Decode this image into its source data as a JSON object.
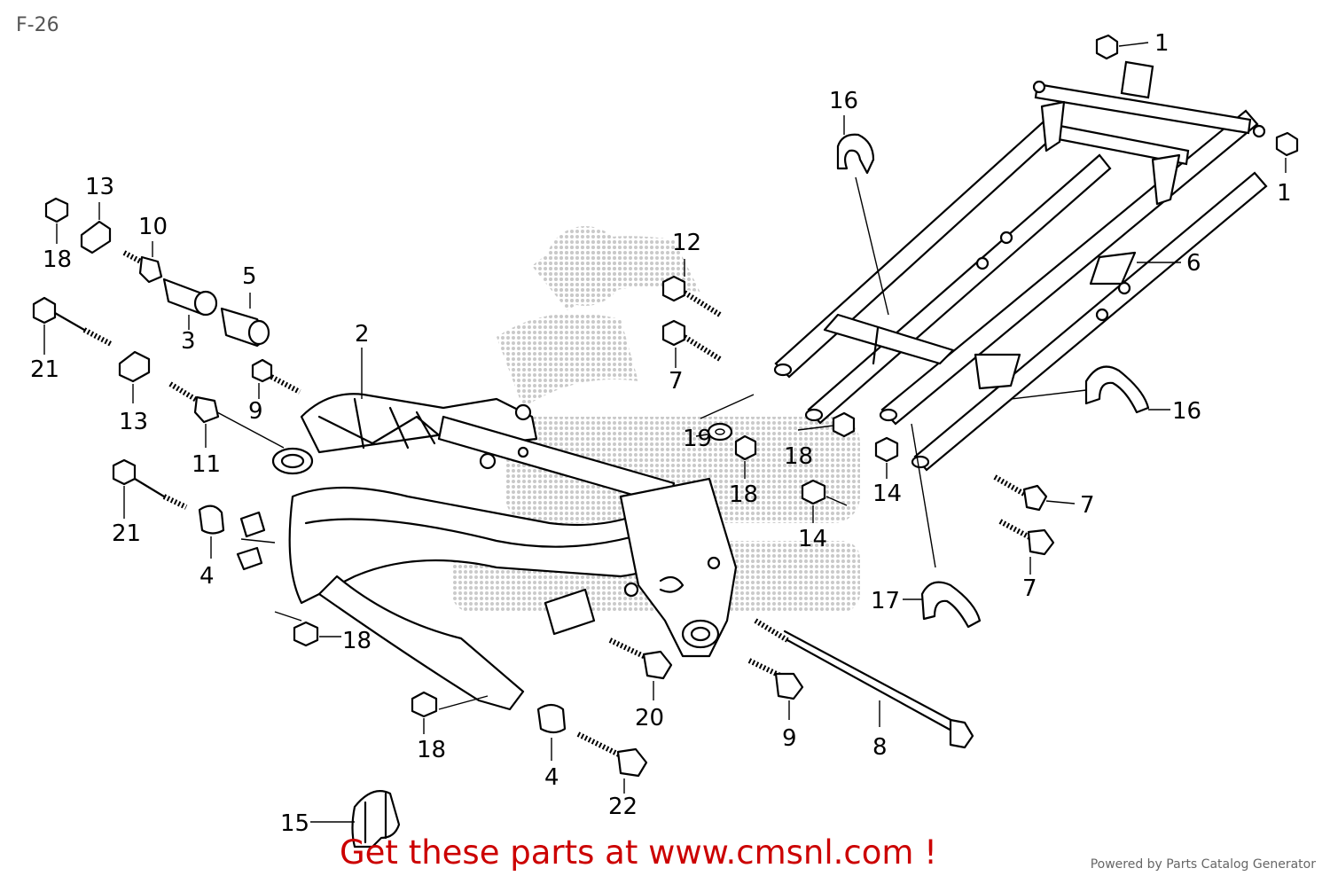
{
  "diagram": {
    "code": "F-26",
    "callouts": [
      {
        "id": "c1a",
        "text": "1"
      },
      {
        "id": "c1b",
        "text": "1"
      },
      {
        "id": "c2",
        "text": "2"
      },
      {
        "id": "c3",
        "text": "3"
      },
      {
        "id": "c4a",
        "text": "4"
      },
      {
        "id": "c4b",
        "text": "4"
      },
      {
        "id": "c5",
        "text": "5"
      },
      {
        "id": "c6",
        "text": "6"
      },
      {
        "id": "c7a",
        "text": "7"
      },
      {
        "id": "c7b",
        "text": "7"
      },
      {
        "id": "c7c",
        "text": "7"
      },
      {
        "id": "c8",
        "text": "8"
      },
      {
        "id": "c9a",
        "text": "9"
      },
      {
        "id": "c9b",
        "text": "9"
      },
      {
        "id": "c10",
        "text": "10"
      },
      {
        "id": "c11",
        "text": "11"
      },
      {
        "id": "c12",
        "text": "12"
      },
      {
        "id": "c13a",
        "text": "13"
      },
      {
        "id": "c13b",
        "text": "13"
      },
      {
        "id": "c14a",
        "text": "14"
      },
      {
        "id": "c14b",
        "text": "14"
      },
      {
        "id": "c15",
        "text": "15"
      },
      {
        "id": "c16a",
        "text": "16"
      },
      {
        "id": "c16b",
        "text": "16"
      },
      {
        "id": "c17",
        "text": "17"
      },
      {
        "id": "c18a",
        "text": "18"
      },
      {
        "id": "c18b",
        "text": "18"
      },
      {
        "id": "c18c",
        "text": "18"
      },
      {
        "id": "c18d",
        "text": "18"
      },
      {
        "id": "c18e",
        "text": "18"
      },
      {
        "id": "c19",
        "text": "19"
      },
      {
        "id": "c20",
        "text": "20"
      },
      {
        "id": "c21a",
        "text": "21"
      },
      {
        "id": "c21b",
        "text": "21"
      },
      {
        "id": "c22",
        "text": "22"
      }
    ]
  },
  "footer": {
    "cta": "Get these parts at www.cmsnl.com !",
    "powered_by": "Powered by Parts Catalog Generator"
  },
  "colors": {
    "cta": "#cc0000",
    "watermark": "#b8b8b8"
  }
}
